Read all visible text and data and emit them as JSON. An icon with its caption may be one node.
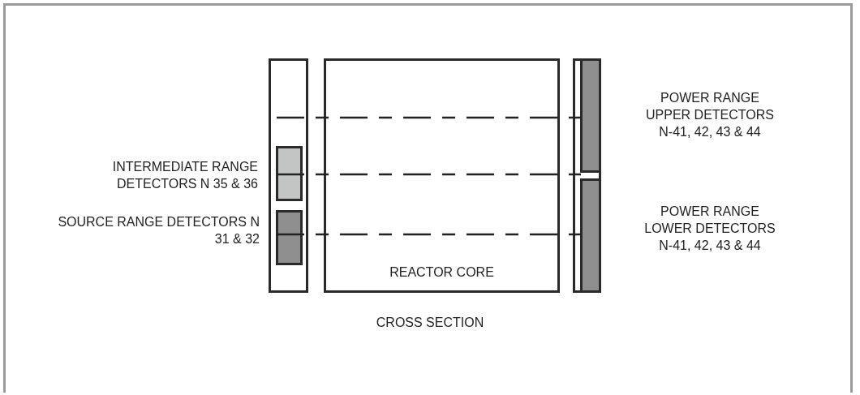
{
  "diagram": {
    "nodes": [
      {
        "text": [],
        "shape": "box"
      },
      {
        "text": [],
        "shape": "box",
        "in": 0,
        "beside": [
          "INTERMEDIATE RANGE DETECTORS N 35 & 36"
        ]
      },
      {
        "text": [],
        "shape": "box",
        "in": 0,
        "beside": [
          "SOURCE RANGE DETECTORS N 31 & 32"
        ]
      },
      {
        "text": [
          "REACTOR CORE"
        ]
      },
      {
        "text": [],
        "shape": "box"
      },
      {
        "text": [],
        "shape": "box",
        "in": 4,
        "beside": [
          "POWER RANGE UPPER DETECTORS N-41, 42, 43 & 44"
        ]
      },
      {
        "text": [],
        "shape": "box",
        "in": 4,
        "beside": [
          "POWER RANGE LOWER DETECTORS N-41, 42, 43 & 44"
        ]
      }
    ],
    "edges": [],
    "labels": [
      "CROSS SECTION"
    ]
  }
}
